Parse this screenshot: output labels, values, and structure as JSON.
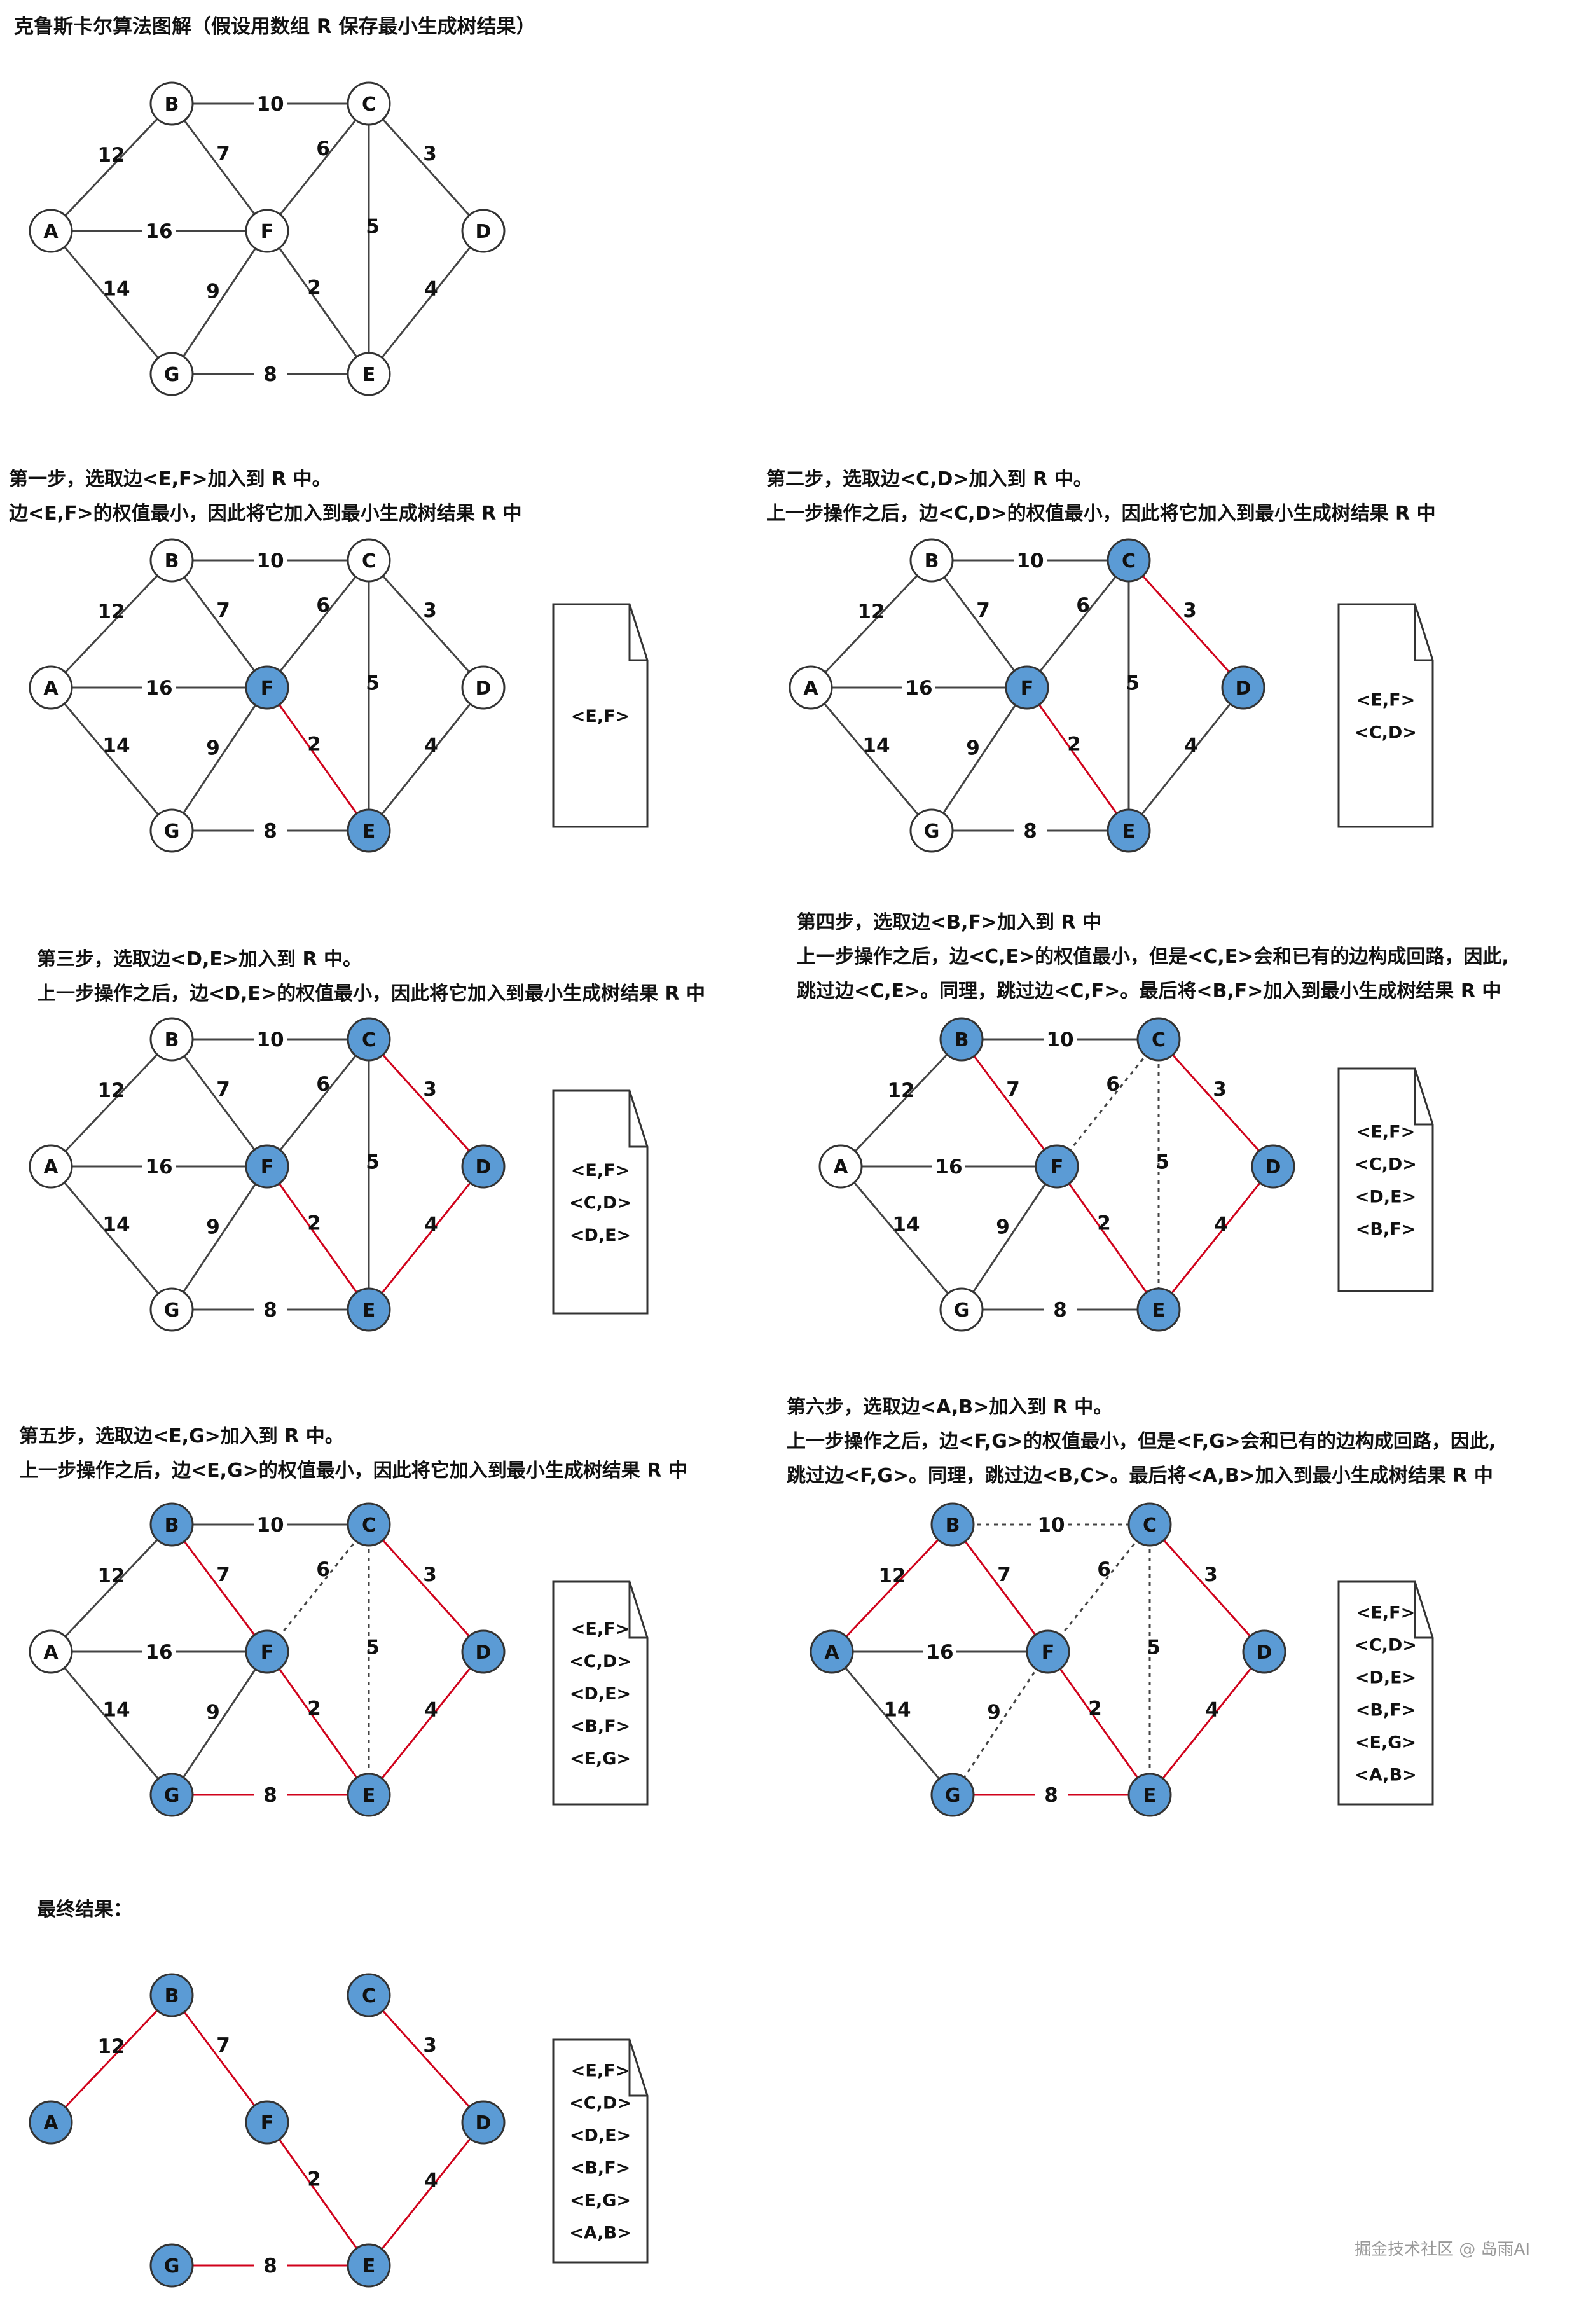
{
  "title": "克鲁斯卡尔算法图解（假设用数组 R 保存最小生成树结果）",
  "watermark": "掘金技术社区 @ 岛雨AI",
  "colors": {
    "node_fill": "#5b9bd5",
    "node_default": "#ffffff",
    "edge_selected": "#d0021b",
    "edge_default": "#444444",
    "text": "#111111"
  },
  "nodes": [
    "A",
    "B",
    "C",
    "D",
    "E",
    "F",
    "G"
  ],
  "edges": [
    {
      "from": "B",
      "to": "C",
      "weight": "10"
    },
    {
      "from": "A",
      "to": "B",
      "weight": "12"
    },
    {
      "from": "B",
      "to": "F",
      "weight": "7"
    },
    {
      "from": "C",
      "to": "F",
      "weight": "6"
    },
    {
      "from": "C",
      "to": "D",
      "weight": "3"
    },
    {
      "from": "A",
      "to": "F",
      "weight": "16"
    },
    {
      "from": "C",
      "to": "E",
      "weight": "5"
    },
    {
      "from": "D",
      "to": "E",
      "weight": "4"
    },
    {
      "from": "A",
      "to": "G",
      "weight": "14"
    },
    {
      "from": "F",
      "to": "G",
      "weight": "9"
    },
    {
      "from": "F",
      "to": "E",
      "weight": "2"
    },
    {
      "from": "G",
      "to": "E",
      "weight": "8"
    }
  ],
  "panels": [
    {
      "id": "initial",
      "heading": [],
      "selected_nodes": [],
      "red_edges": [],
      "dashed_edges": [],
      "hidden_edges": [],
      "result": null
    },
    {
      "id": "step1",
      "heading": [
        "第一步，选取边<E,F>加入到 R 中。",
        "边<E,F>的权值最小，因此将它加入到最小生成树结果 R 中"
      ],
      "selected_nodes": [
        "F",
        "E"
      ],
      "red_edges": [
        "F-E"
      ],
      "dashed_edges": [],
      "hidden_edges": [],
      "result": [
        "<E,F>"
      ]
    },
    {
      "id": "step2",
      "heading": [
        "第二步，选取边<C,D>加入到 R 中。",
        "上一步操作之后，边<C,D>的权值最小，因此将它加入到最小生成树结果 R 中"
      ],
      "selected_nodes": [
        "C",
        "D",
        "F",
        "E"
      ],
      "red_edges": [
        "F-E",
        "C-D"
      ],
      "dashed_edges": [],
      "hidden_edges": [],
      "result": [
        "<E,F>",
        "<C,D>"
      ]
    },
    {
      "id": "step3",
      "heading": [
        "第三步，选取边<D,E>加入到 R 中。",
        "上一步操作之后，边<D,E>的权值最小，因此将它加入到最小生成树结果 R 中"
      ],
      "selected_nodes": [
        "C",
        "D",
        "F",
        "E"
      ],
      "red_edges": [
        "F-E",
        "C-D",
        "D-E"
      ],
      "dashed_edges": [],
      "hidden_edges": [],
      "result": [
        "<E,F>",
        "<C,D>",
        "<D,E>"
      ]
    },
    {
      "id": "step4",
      "heading": [
        "第四步，选取边<B,F>加入到 R 中",
        "上一步操作之后，边<C,E>的权值最小，但是<C,E>会和已有的边构成回路，因此,",
        "跳过边<C,E>。同理，跳过边<C,F>。最后将<B,F>加入到最小生成树结果 R 中"
      ],
      "selected_nodes": [
        "B",
        "C",
        "D",
        "F",
        "E"
      ],
      "red_edges": [
        "F-E",
        "C-D",
        "D-E",
        "B-F"
      ],
      "dashed_edges": [
        "C-F",
        "C-E"
      ],
      "hidden_edges": [],
      "result": [
        "<E,F>",
        "<C,D>",
        "<D,E>",
        "<B,F>"
      ]
    },
    {
      "id": "step5",
      "heading": [
        "第五步，选取边<E,G>加入到 R 中。",
        "上一步操作之后，边<E,G>的权值最小，因此将它加入到最小生成树结果 R 中"
      ],
      "selected_nodes": [
        "B",
        "C",
        "D",
        "F",
        "E",
        "G"
      ],
      "red_edges": [
        "F-E",
        "C-D",
        "D-E",
        "B-F",
        "G-E"
      ],
      "dashed_edges": [
        "C-F",
        "C-E"
      ],
      "hidden_edges": [],
      "result": [
        "<E,F>",
        "<C,D>",
        "<D,E>",
        "<B,F>",
        "<E,G>"
      ]
    },
    {
      "id": "step6",
      "heading": [
        "第六步，选取边<A,B>加入到 R 中。",
        "上一步操作之后，边<F,G>的权值最小，但是<F,G>会和已有的边构成回路，因此,",
        "跳过边<F,G>。同理，跳过边<B,C>。最后将<A,B>加入到最小生成树结果 R 中"
      ],
      "selected_nodes": [
        "A",
        "B",
        "C",
        "D",
        "F",
        "E",
        "G"
      ],
      "red_edges": [
        "F-E",
        "C-D",
        "D-E",
        "B-F",
        "G-E",
        "A-B"
      ],
      "dashed_edges": [
        "C-F",
        "C-E",
        "F-G",
        "B-C"
      ],
      "hidden_edges": [],
      "result": [
        "<E,F>",
        "<C,D>",
        "<D,E>",
        "<B,F>",
        "<E,G>",
        "<A,B>"
      ]
    },
    {
      "id": "final",
      "heading": [
        "最终结果："
      ],
      "selected_nodes": [
        "A",
        "B",
        "C",
        "D",
        "F",
        "E",
        "G"
      ],
      "red_edges": [
        "F-E",
        "C-D",
        "D-E",
        "B-F",
        "G-E",
        "A-B"
      ],
      "dashed_edges": [],
      "hidden_edges": [
        "B-C",
        "C-F",
        "A-F",
        "C-E",
        "A-G",
        "F-G"
      ],
      "result": [
        "<E,F>",
        "<C,D>",
        "<D,E>",
        "<B,F>",
        "<E,G>",
        "<A,B>"
      ]
    }
  ]
}
